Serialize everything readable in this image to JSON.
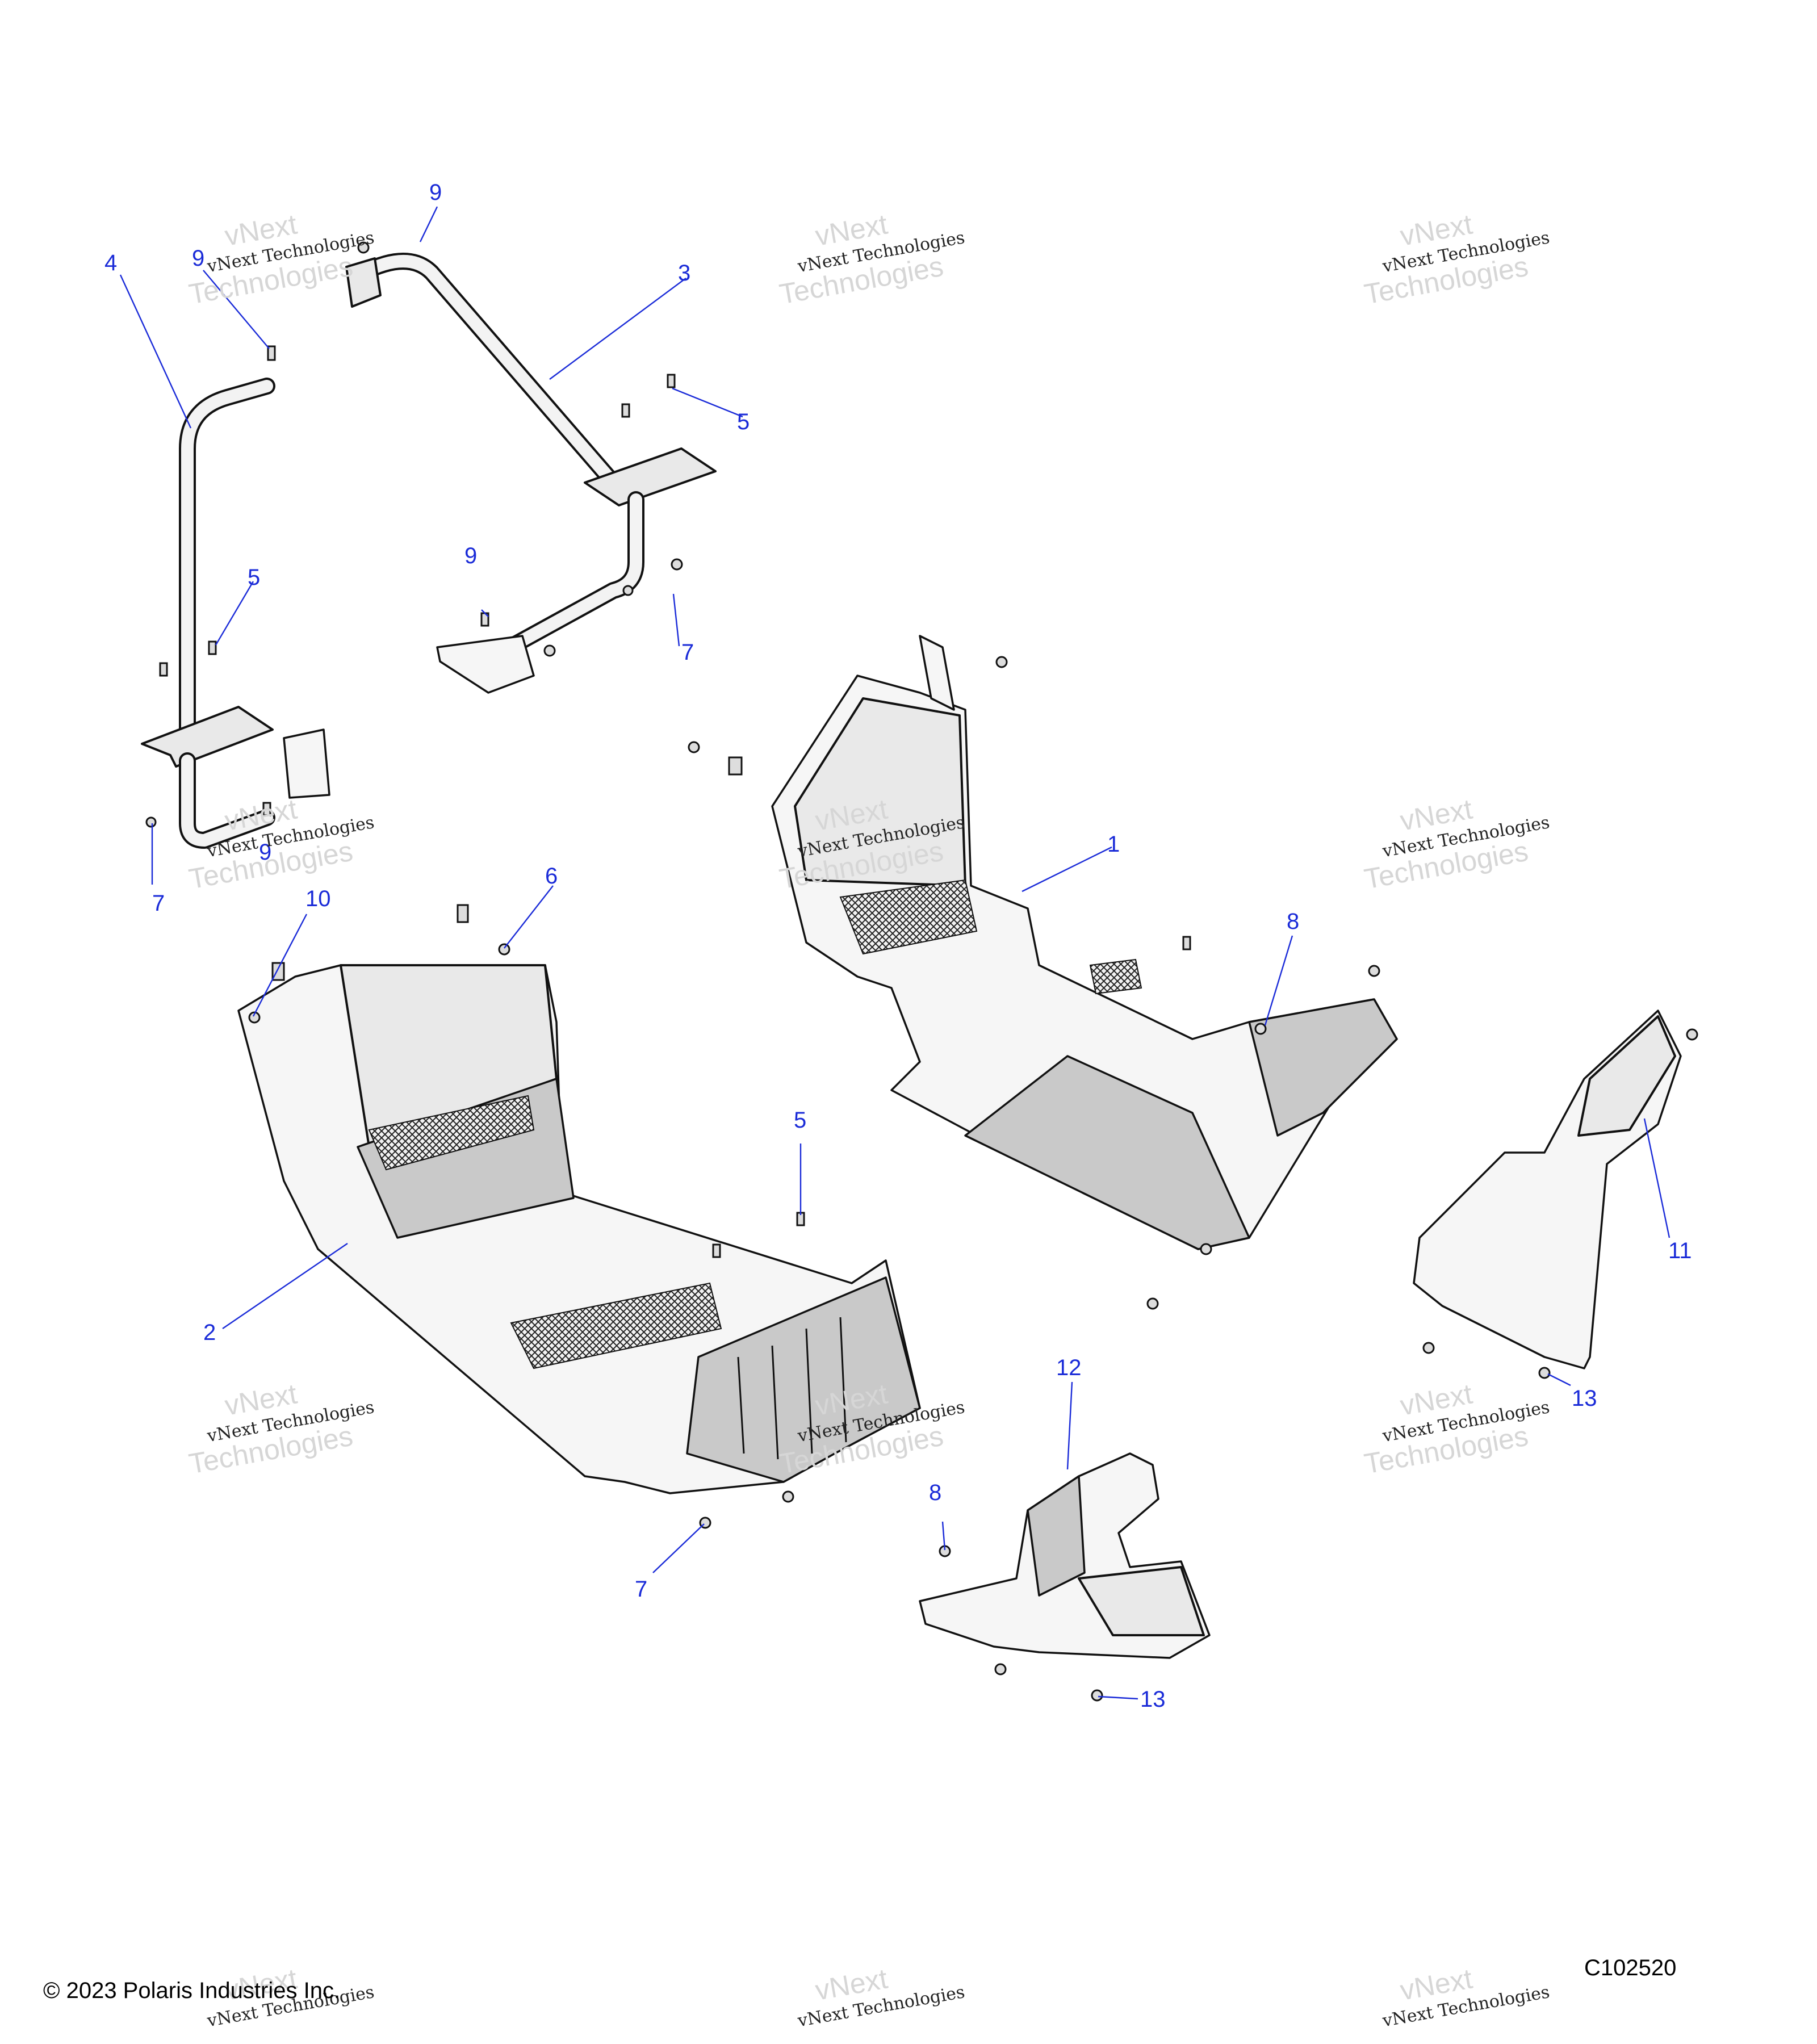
{
  "callouts": [
    "1",
    "2",
    "3",
    "4",
    "5",
    "6",
    "7",
    "8",
    "9",
    "10",
    "11",
    "12",
    "13"
  ],
  "watermark": {
    "line1": "vNext",
    "line2": "vNext Technologies",
    "line3": "Technologies"
  },
  "footer": {
    "copyright": "© 2023 Polaris Industries Inc.",
    "figure_id": "C102520"
  }
}
